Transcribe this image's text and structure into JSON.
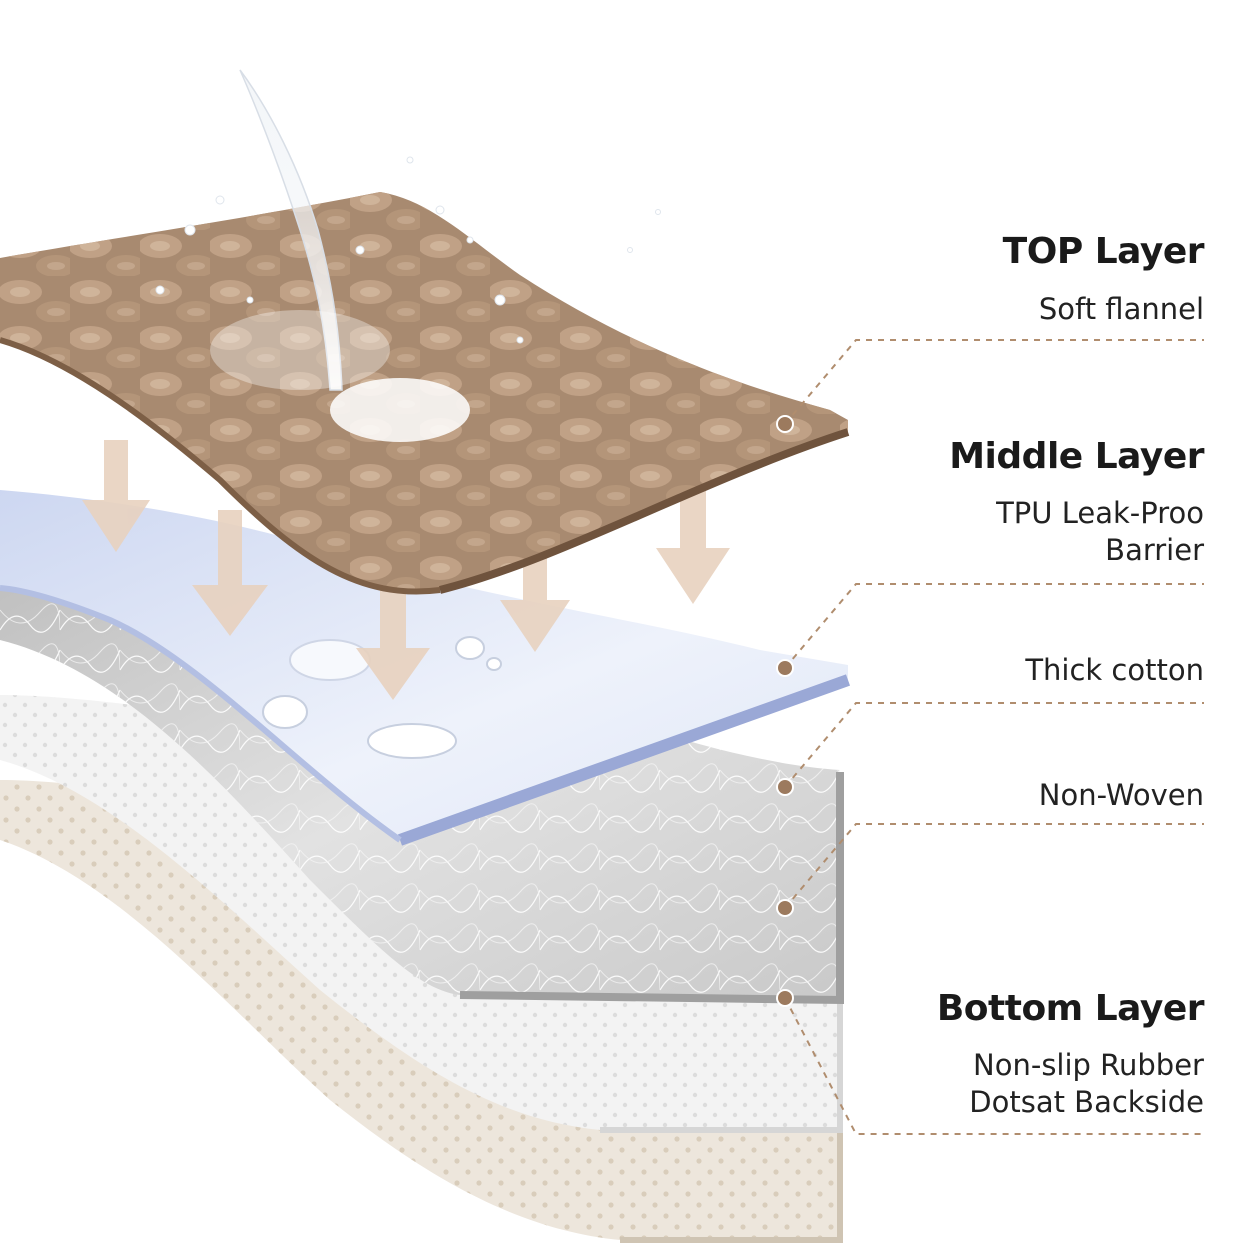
{
  "layers": [
    {
      "id": "top",
      "title": "TOP Layer",
      "description": [
        "Soft flannel"
      ]
    },
    {
      "id": "middle",
      "title": "Middle Layer",
      "description": [
        "TPU Leak-Proo",
        "Barrier"
      ]
    },
    {
      "id": "cotton",
      "title": "",
      "description": [
        "Thick cotton"
      ]
    },
    {
      "id": "nonwoven",
      "title": "",
      "description": [
        "Non-Woven"
      ]
    },
    {
      "id": "bottom",
      "title": "Bottom Layer",
      "description": [
        "Non-slip Rubber",
        "Dotsat Backside"
      ]
    }
  ],
  "colors": {
    "flannel": "#a88a70",
    "flannel_dark": "#7d5f46",
    "tpu": "#dfe6f6",
    "tpu_edge": "#9aa8d6",
    "cotton": "#d8d8d8",
    "nonwoven": "#f1f1f1",
    "rubber": "#ede6dc",
    "dot": "#9c7a5e",
    "leader": "#b08d6e",
    "arrow": "#e8d2bf",
    "text": "#1a1a1a"
  }
}
